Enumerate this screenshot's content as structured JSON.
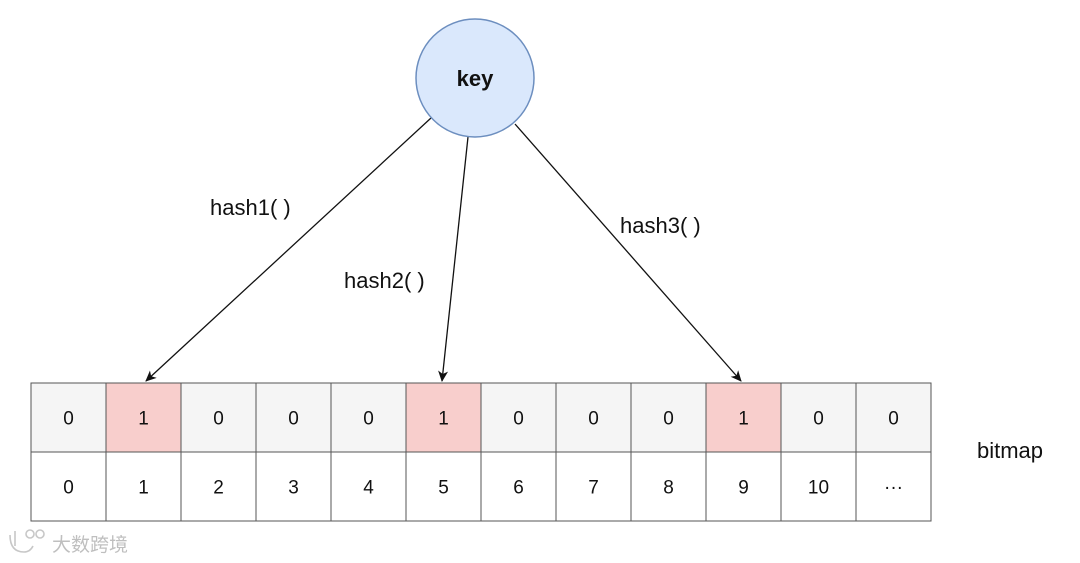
{
  "key_label": "key",
  "hash_functions": [
    {
      "label": "hash1( )",
      "target_index": 1
    },
    {
      "label": "hash2( )",
      "target_index": 5
    },
    {
      "label": "hash3( )",
      "target_index": 9
    }
  ],
  "bitmap_label": "bitmap",
  "bits": [
    "0",
    "1",
    "0",
    "0",
    "0",
    "1",
    "0",
    "0",
    "0",
    "1",
    "0",
    "0"
  ],
  "indices": [
    "0",
    "1",
    "2",
    "3",
    "4",
    "5",
    "6",
    "7",
    "8",
    "9",
    "10",
    "···"
  ],
  "watermark": "大数跨境",
  "colors": {
    "key_fill": "#dae8fc",
    "key_stroke": "#6c8ebf",
    "bit_fill": "#f5f5f5",
    "bit_set_fill": "#f8cecc",
    "index_fill": "#ffffff",
    "border": "#555555"
  }
}
